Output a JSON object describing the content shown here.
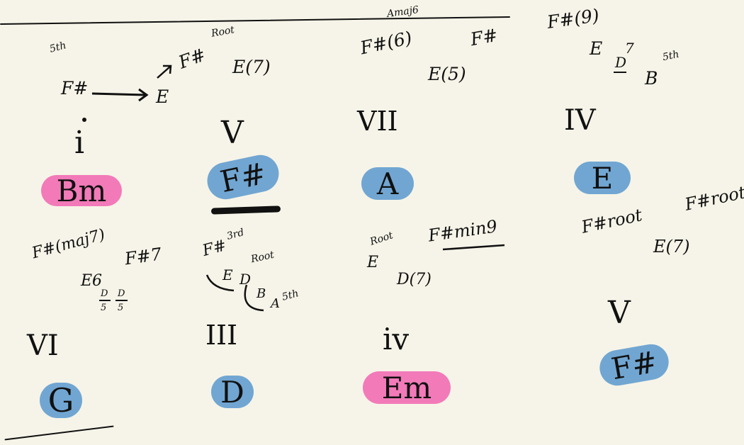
{
  "notes": {
    "c1": {
      "fifth_label": "5th",
      "f_sharp": "F#",
      "e": "E",
      "root_label": "Root",
      "f_sharp_root": "F#",
      "e7": "E(7)"
    },
    "c2": {
      "amaj6": "Amaj6",
      "f6": "F#(6)",
      "f_sharp": "F#",
      "e5": "E(5)"
    },
    "c3": {
      "f9": "F#(9)",
      "e": "E",
      "seven": "7",
      "d": "D",
      "b": "B",
      "fifth_label": "5th"
    },
    "c4": {
      "fmaj7": "F#(maj7)",
      "e6": "E6",
      "d5a": "D",
      "d5b": "D",
      "five_a": "5",
      "five_b": "5",
      "f7": "F#7"
    },
    "c5": {
      "third_label": "3rd",
      "f_sharp": "F#",
      "e": "E",
      "d": "D",
      "root_label": "Root",
      "b": "B",
      "a": "A",
      "fifth_label": "5th"
    },
    "c6": {
      "root_label": "Root",
      "e": "E",
      "f_min9": "F#min9",
      "d7": "D(7)"
    },
    "c7": {
      "f_root1": "F#root",
      "f_root2": "F#root",
      "e7": "E(7)"
    }
  },
  "numerals": [
    "i",
    "V",
    "VII",
    "IV",
    "VI",
    "III",
    "iv",
    "V"
  ],
  "chords": [
    "Bm",
    "F#",
    "A",
    "E",
    "G",
    "D",
    "Em",
    "F#"
  ],
  "colors": {
    "blue": "#71a6d2",
    "pink": "#f27ab9",
    "paper": "#f6f4e8"
  }
}
